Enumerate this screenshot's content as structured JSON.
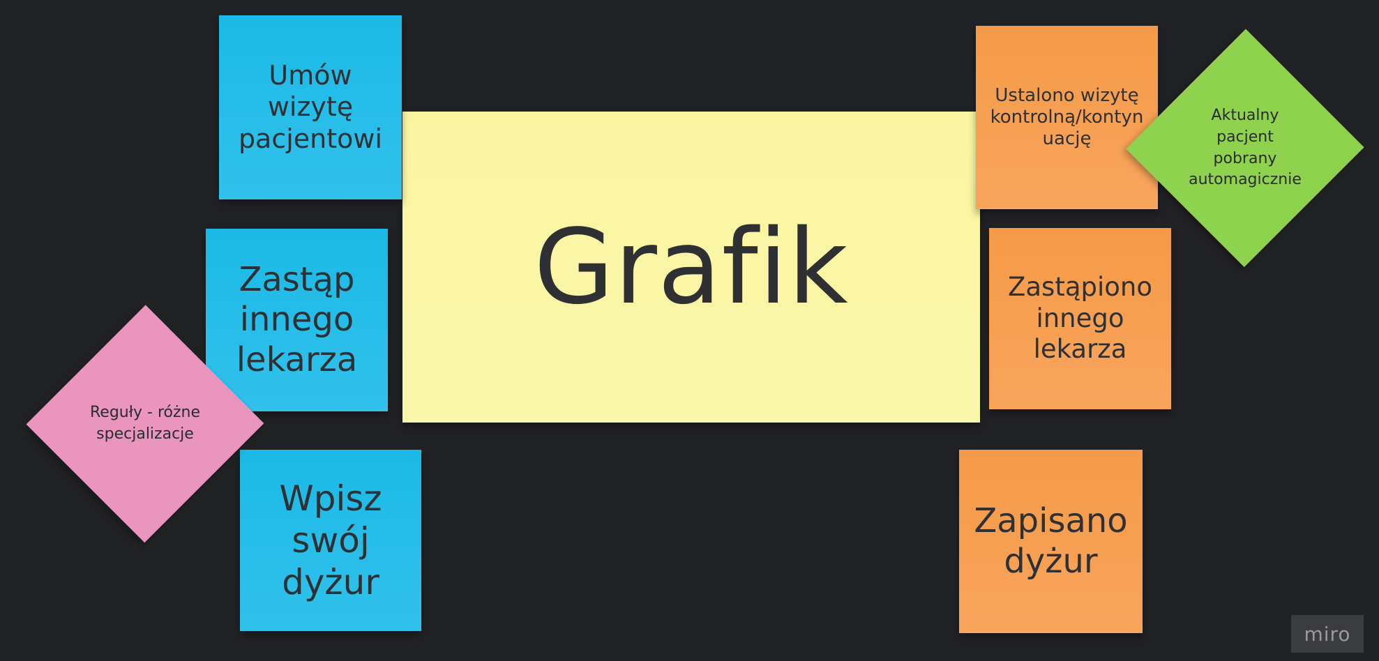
{
  "board": {
    "center_note": "Grafik",
    "left_notes": [
      "Umów wizytę pacjentowi",
      "Zastąp innego lekarza",
      "Wpisz swój dyżur"
    ],
    "right_notes": [
      "Ustalono wizytę kontrolną/kontynuację",
      "Zastąpiono innego lekarza",
      "Zapisano dyżur"
    ],
    "left_rule": "Reguły - różne specjalizacje",
    "right_rule": "Aktualny pacjent pobrany automagicznie"
  },
  "brand": {
    "logo_text": "miro"
  },
  "colors": {
    "background": "#212224",
    "blue_note": "#1bb9e6",
    "orange_note": "#f59a48",
    "yellow_note": "#f9f5a1",
    "pink_rule": "#e995bd",
    "green_rule": "#8fd24d"
  }
}
